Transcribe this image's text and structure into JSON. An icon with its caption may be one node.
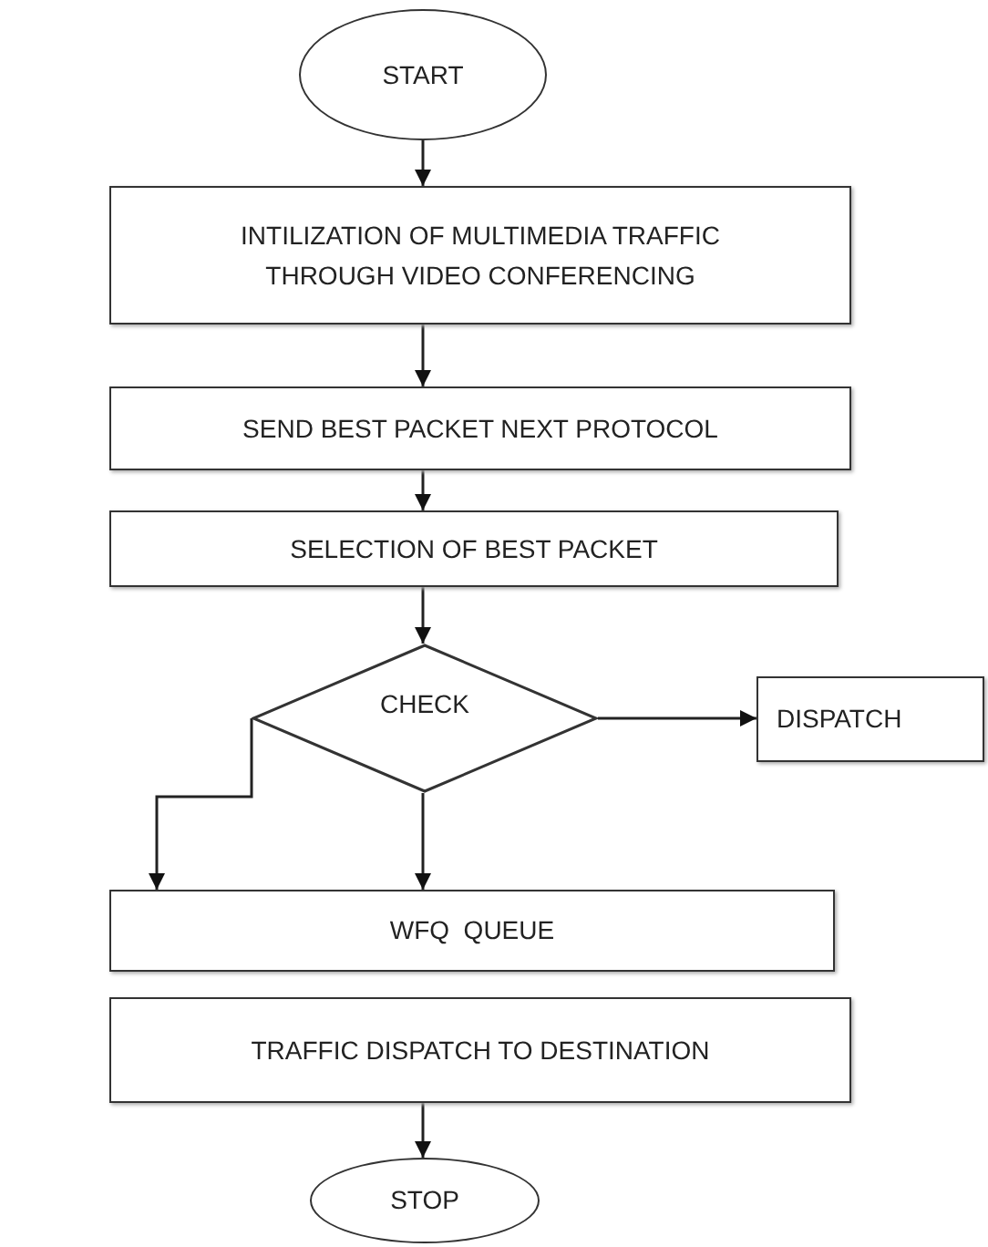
{
  "diagram": {
    "nodes": [
      {
        "text": [
          "START"
        ]
      },
      {
        "text": [
          "INTILIZATION OF MULTIMEDIA TRAFFIC THROUGH VIDEO CONFERENCING"
        ]
      },
      {
        "text": [
          "SEND BEST PACKET NEXT PROTOCOL"
        ]
      },
      {
        "text": [
          "SELECTION OF BEST PACKET"
        ]
      },
      {
        "text": [
          "CHECK"
        ]
      },
      {
        "text": [
          "DISPATCH"
        ]
      },
      {
        "text": [
          "WFQ  QUEUE"
        ]
      },
      {
        "text": [
          "TRAFFIC DISPATCH TO DESTINATION"
        ]
      },
      {
        "text": [
          "STOP"
        ]
      }
    ],
    "edges": [
      {
        "from": 0,
        "to": 1,
        "arrow": "to"
      },
      {
        "from": 1,
        "to": 2,
        "arrow": "to"
      },
      {
        "from": 2,
        "to": 3,
        "arrow": "to"
      },
      {
        "from": 3,
        "to": 4,
        "arrow": "to"
      },
      {
        "from": 4,
        "to": 5,
        "arrow": "to"
      },
      {
        "from": 4,
        "to": 6,
        "arrow": "to"
      },
      {
        "from": 4,
        "to": 6,
        "arrow": "to"
      },
      {
        "from": 7,
        "to": 8,
        "arrow": "to"
      }
    ]
  }
}
